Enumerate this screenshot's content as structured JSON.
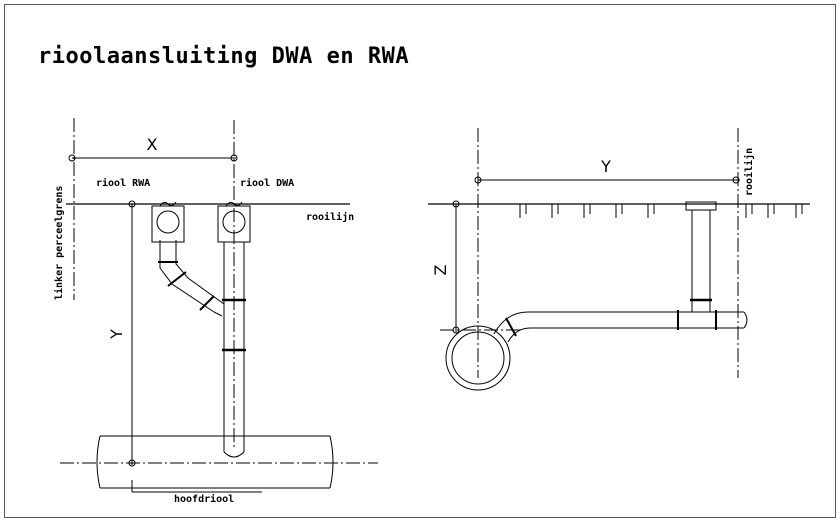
{
  "title": "rioolaansluiting DWA en RWA",
  "left_view": {
    "dim_x": "X",
    "dim_y": "Y",
    "label_boundary": "linker perceelgrens",
    "label_rwa": "riool RWA",
    "label_dwa": "riool DWA",
    "label_building_line": "rooilijn",
    "label_main_sewer": "hoofdriool"
  },
  "right_view": {
    "dim_y": "Y",
    "dim_z": "Z",
    "label_building_line": "rooilijn"
  },
  "colors": {
    "line": "#000000",
    "frame": "#555555",
    "background": "#ffffff"
  }
}
